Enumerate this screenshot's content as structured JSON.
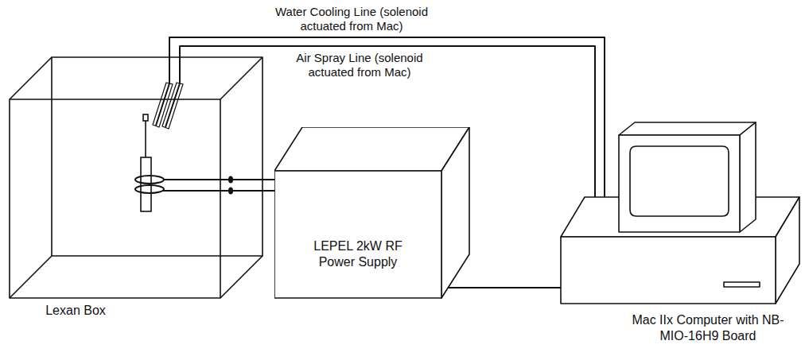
{
  "diagram": {
    "nodes": [
      {
        "text": [
          "Lexan Box"
        ]
      },
      {
        "text": [
          "LEPEL 2kW RF Power Supply"
        ]
      },
      {
        "text": [
          "Mac IIx Computer with NB-MIO-16H9 Board"
        ]
      }
    ],
    "edges": [
      {
        "from": 2,
        "to": 0,
        "arrow": "none",
        "label": "Water Cooling Line (solenoid actuated from Mac)"
      },
      {
        "from": 2,
        "to": 0,
        "arrow": "none",
        "label": "Air Spray Line (solenoid actuated from Mac)"
      },
      {
        "from": 1,
        "to": 0,
        "arrow": "none"
      },
      {
        "from": 1,
        "to": 0,
        "arrow": "none"
      },
      {
        "from": 1,
        "to": 2,
        "arrow": "none"
      }
    ]
  }
}
